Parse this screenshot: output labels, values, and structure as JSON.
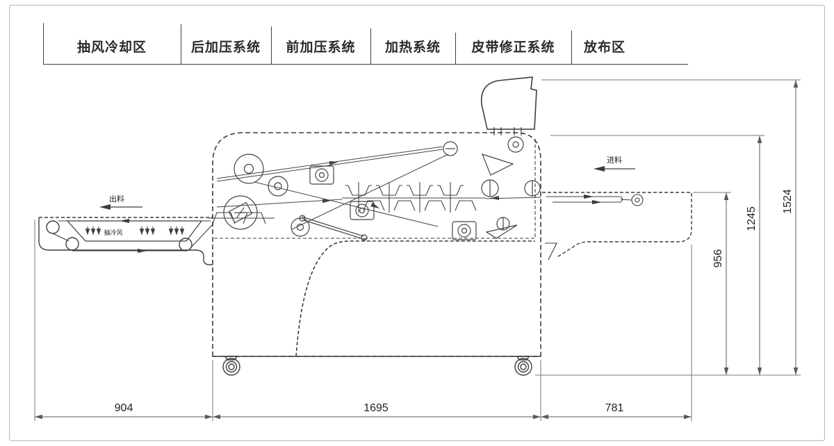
{
  "zone_band": {
    "items": [
      {
        "label": "抽风冷却区"
      },
      {
        "label": "后加压系统"
      },
      {
        "label": "前加压系统"
      },
      {
        "label": "加热系统"
      },
      {
        "label": "皮带修正系统"
      },
      {
        "label": "放布区"
      }
    ]
  },
  "dimensions": {
    "bottom": [
      {
        "value": "904"
      },
      {
        "value": "1695"
      },
      {
        "value": "781"
      }
    ],
    "right": [
      {
        "value": "956"
      },
      {
        "value": "1245"
      },
      {
        "value": "1524"
      }
    ]
  },
  "annotations": {
    "outfeed_label": "出料",
    "infeed_label": "进料",
    "cooling_air_label": "抽冷风"
  },
  "colors": {
    "line": "#3c3c3c",
    "dimension": "#5a5a5a",
    "text": "#1f1f1f",
    "frame_border": "#b5b5b5",
    "background": "#ffffff"
  }
}
